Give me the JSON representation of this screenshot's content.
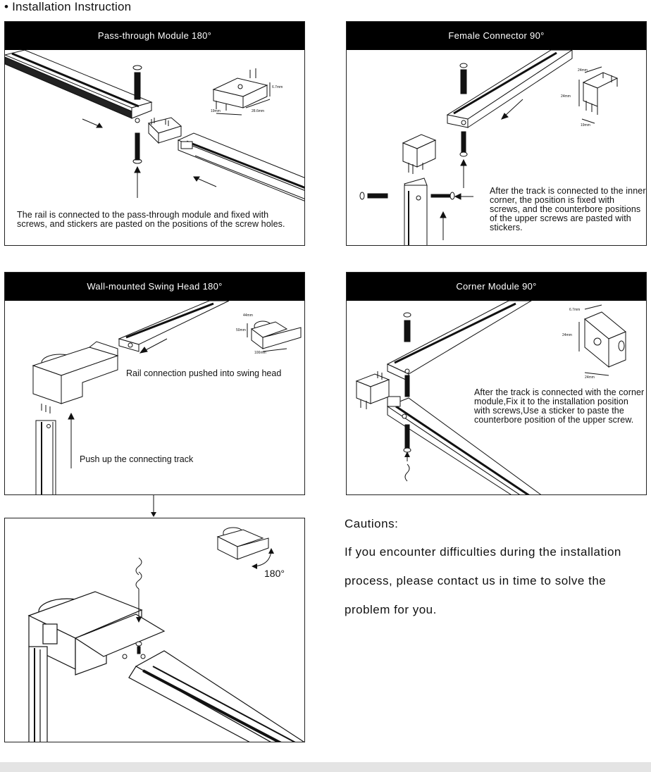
{
  "page": {
    "heading": "• Installation Instruction"
  },
  "panels": {
    "pass_through": {
      "title": "Pass-through Module  180°",
      "caption": "The rail is connected to the pass-through module and fixed with screws, and stickers are pasted on the positions of the screw holes.",
      "dims": [
        "6.7mm",
        "19mm",
        "28.6mm"
      ]
    },
    "female_connector": {
      "title": "Female Connector  90°",
      "caption": "After the track is connected to the inner corner, the position is fixed with screws, and the counterbore positions of the upper screws are pasted with stickers.",
      "dims": [
        "24mm",
        "24mm",
        "19mm"
      ]
    },
    "swing_head": {
      "title": "Wall-mounted Swing Head  180°",
      "callout_top": "Rail connection pushed into swing head",
      "callout_bottom": "Push up the connecting track",
      "dims": [
        "44mm",
        "50mm",
        "100mm"
      ]
    },
    "corner_module": {
      "title": "Corner Module  90°",
      "caption": "After the track is connected with the corner module,Fix it to the installation position with screws,Use a sticker to paste the counterbore position of the upper screw.",
      "dims": [
        "6.7mm",
        "24mm",
        "24mm"
      ]
    },
    "swing_detail": {
      "angle_label": "180°"
    }
  },
  "cautions": {
    "title": "Cautions:",
    "lines": [
      "If you encounter difficulties during the installation",
      "process, please contact us in time to solve the",
      "problem for you."
    ]
  }
}
